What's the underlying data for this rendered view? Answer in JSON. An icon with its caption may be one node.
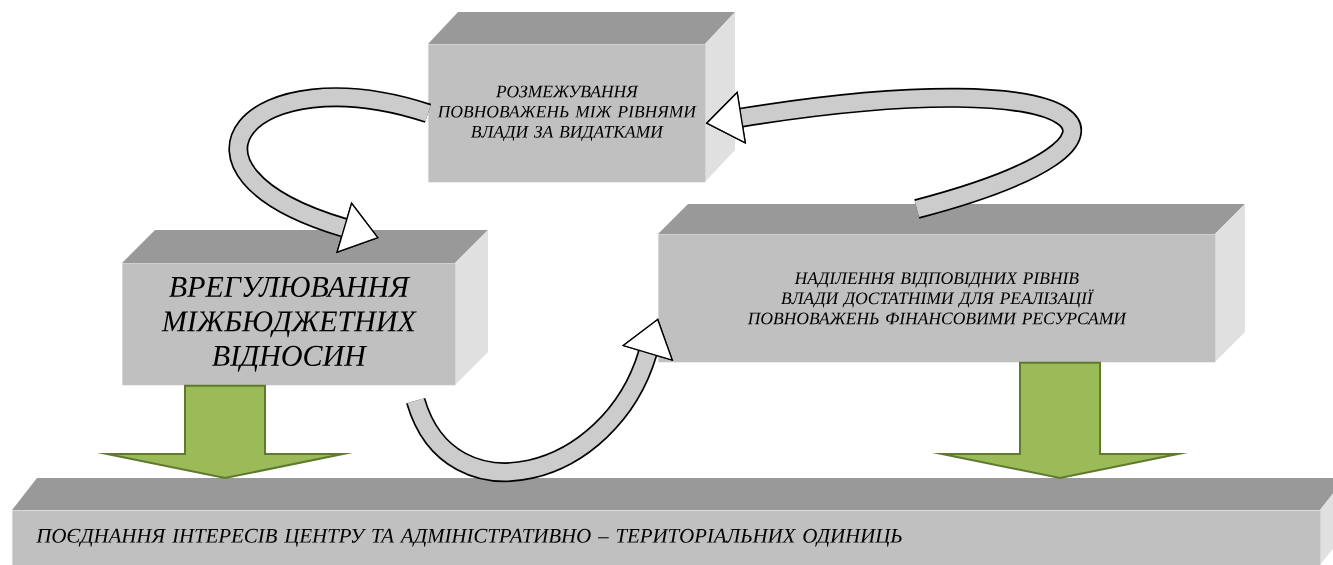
{
  "diagram": {
    "nodes": [
      {
        "text": [
          "РОЗМЕЖУВАННЯ ПОВНОВАЖЕНЬ МІЖ РІВНЯМИ ВЛАДИ ЗА ВИДАТКАМИ"
        ]
      },
      {
        "text": [
          "ВРЕГУЛЮВАННЯ МІЖБЮДЖЕТНИХ ВІДНОСИН"
        ]
      },
      {
        "text": [
          "НАДІЛЕННЯ ВІДПОВІДНИХ РІВНІВ ВЛАДИ ДОСТАТНІМИ ДЛЯ РЕАЛІЗАЦІЇ ПОВНОВАЖЕНЬ ФІНАНСОВИМИ РЕСУРСАМИ"
        ]
      },
      {
        "text": [
          "ПОЄДНАННЯ ІНТЕРЕСІВ ЦЕНТРУ ТА АДМІНІСТРАТИВНО – ТЕРИТОРІАЛЬНИХ ОДИНИЦЬ"
        ]
      }
    ],
    "edges": [
      {
        "from": 0,
        "to": 1,
        "arrow": "to"
      },
      {
        "from": 2,
        "to": 0,
        "arrow": "to"
      },
      {
        "from": 1,
        "to": 2,
        "arrow": "to"
      },
      {
        "from": 1,
        "to": 3,
        "arrow": "to",
        "style": "thick",
        "color": "#9bbb59"
      },
      {
        "from": 2,
        "to": 3,
        "arrow": "to",
        "style": "thick",
        "color": "#9bbb59"
      }
    ]
  }
}
